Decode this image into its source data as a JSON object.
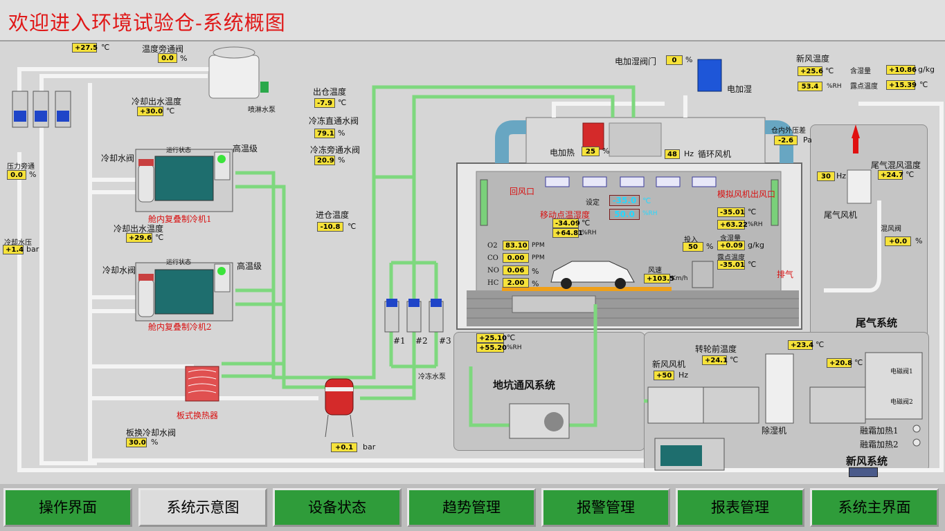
{
  "title": "欢迎进入环境试验仓-系统概图",
  "labels": {
    "temp_bypass_valve": "温度旁通阀",
    "spray_pump": "喷淋水泵",
    "pressure_bypass": "压力旁通",
    "cooling_water_pressure": "冷却水压",
    "cool_out_temp_1": "冷却出水温度",
    "cool_valve_1": "冷却水阀",
    "chiller_1": "舱内复叠制冷机1",
    "high_temp_1": "高温级",
    "cool_out_temp_2": "冷却出水温度",
    "cool_valve_2": "冷却水阀",
    "chiller_2": "舱内复叠制冷机2",
    "high_temp_2": "高温级",
    "run_status_1": "运行状态",
    "run_status_2": "运行状态",
    "plate_hx": "板式换热器",
    "plate_valve": "板换冷却水阀",
    "out_temp": "出仓温度",
    "freeze_direct_valve": "冷冻直通水阀",
    "freeze_bypass_valve": "冷冻旁通水阀",
    "in_temp": "进仓温度",
    "freeze_pump": "冷冻水泵",
    "pump1": "#1",
    "pump2": "#2",
    "pump3": "#3",
    "elec_humid_valve": "电加湿阀门",
    "elec_humid": "电加湿",
    "elec_heat": "电加热",
    "circ_fan": "循环风机",
    "fresh_air_temp": "新风温度",
    "humidity_content": "含湿量",
    "dew_point": "露点温度",
    "inside_outside_pressure": "仓内外压差",
    "return_air": "回风口",
    "sim_fan_outlet": "模拟风机出风口",
    "set_label": "设定",
    "moving_dew": "移动点温湿度",
    "input_label": "投入",
    "humid_content_2": "含湿量",
    "dew_point_2": "露点温度",
    "wind_speed": "风速",
    "exhaust": "排气",
    "exhaust_system": "尾气系统",
    "exhaust_fan": "尾气风机",
    "exhaust_mix_temp": "尾气混风温度",
    "exhaust_valve": "混风阀",
    "pit_system": "地坑通风系统",
    "wheel_front_temp": "转轮前温度",
    "fresh_fan": "新风风机",
    "dehumidifier": "除湿机",
    "fresh_system": "新风系统",
    "defrost1": "融霜加热1",
    "defrost2": "融霜加热2",
    "heater1": "电磁阀1",
    "heater2": "电磁阀2",
    "elec_valve1": "电磁",
    "elec_valve2": "电磁"
  },
  "values": {
    "temp_27_5": "+27.5",
    "bypass_pct": "0.0",
    "pressure_bypass": "0.0",
    "cool_pressure": "+1.4",
    "cool_out_1": "+30.0",
    "cool_out_2": "+29.6",
    "plate_valve": "30.0",
    "tank_pressure": "+0.1",
    "out_temp": "-7.9",
    "freeze_direct": "79.1",
    "freeze_bypass": "20.9",
    "in_temp": "-10.8",
    "humid_valve": "0",
    "heater_pct": "25",
    "fan_hz": "48",
    "fresh_temp": "+25.6",
    "fresh_rh": "53.4",
    "fresh_humid": "+10.86",
    "fresh_dew": "+15.39",
    "pressure_diff": "-2.6",
    "exhaust_hz": "30",
    "exhaust_mix": "+24.7",
    "exhaust_valve": "+0.0",
    "set_temp": "-35.0",
    "set_rh": "50.0",
    "moving_temp": "-34.09",
    "moving_rh": "+64.81",
    "sim_out_temp": "-35.01",
    "sim_out_rh": "+63.22",
    "humid_content": "+0.09",
    "dew_point": "-35.01",
    "input_pct": "50",
    "wind_speed": "+103.5",
    "o2": "83.10",
    "co": "0.00",
    "no": "0.06",
    "hc": "2.00",
    "pit_temp": "+25.10",
    "pit_rh": "+55.20",
    "wheel_temp": "+24.1",
    "fresh_fan_hz": "+50",
    "dehum_temp": "+23.4",
    "right_temp": "+20.8"
  },
  "units": {
    "c": "℃",
    "pct": "%",
    "bar": "bar",
    "hz": "Hz",
    "rh": "%RH",
    "gkg": "g/kg",
    "pa": "Pa",
    "ppm": "PPM",
    "kmh": "Km/h"
  },
  "gas": {
    "o2": "O2",
    "co": "CO",
    "no": "NO",
    "hc": "HC"
  },
  "nav": [
    {
      "label": "操作界面",
      "active": false
    },
    {
      "label": "系统示意图",
      "active": true
    },
    {
      "label": "设备状态",
      "active": false
    },
    {
      "label": "趋势管理",
      "active": false
    },
    {
      "label": "报警管理",
      "active": false
    },
    {
      "label": "报表管理",
      "active": false
    },
    {
      "label": "系统主界面",
      "active": false
    }
  ]
}
